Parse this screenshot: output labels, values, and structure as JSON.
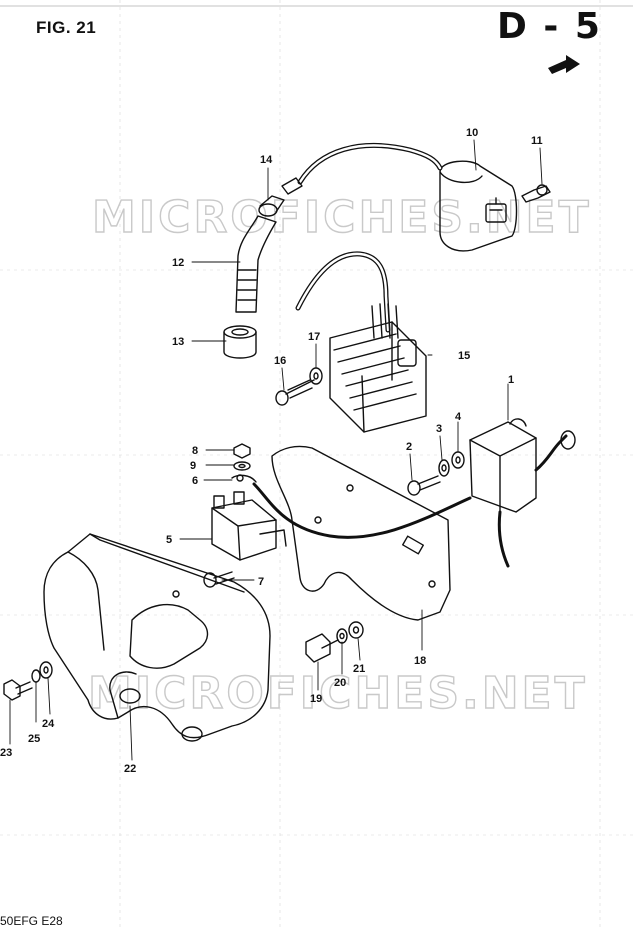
{
  "header": {
    "figure": "FIG. 21",
    "section": "D - 5"
  },
  "footer": {
    "model_code": "50EFG  E28"
  },
  "watermark": "MICROFICHES.NET",
  "parts": [
    {
      "num": "1"
    },
    {
      "num": "2"
    },
    {
      "num": "3"
    },
    {
      "num": "4"
    },
    {
      "num": "5"
    },
    {
      "num": "6"
    },
    {
      "num": "7"
    },
    {
      "num": "8"
    },
    {
      "num": "9"
    },
    {
      "num": "10"
    },
    {
      "num": "11"
    },
    {
      "num": "12"
    },
    {
      "num": "13"
    },
    {
      "num": "14"
    },
    {
      "num": "15"
    },
    {
      "num": "16"
    },
    {
      "num": "17"
    },
    {
      "num": "18"
    },
    {
      "num": "19"
    },
    {
      "num": "20"
    },
    {
      "num": "21"
    },
    {
      "num": "22"
    },
    {
      "num": "23"
    },
    {
      "num": "24"
    },
    {
      "num": "25"
    }
  ]
}
